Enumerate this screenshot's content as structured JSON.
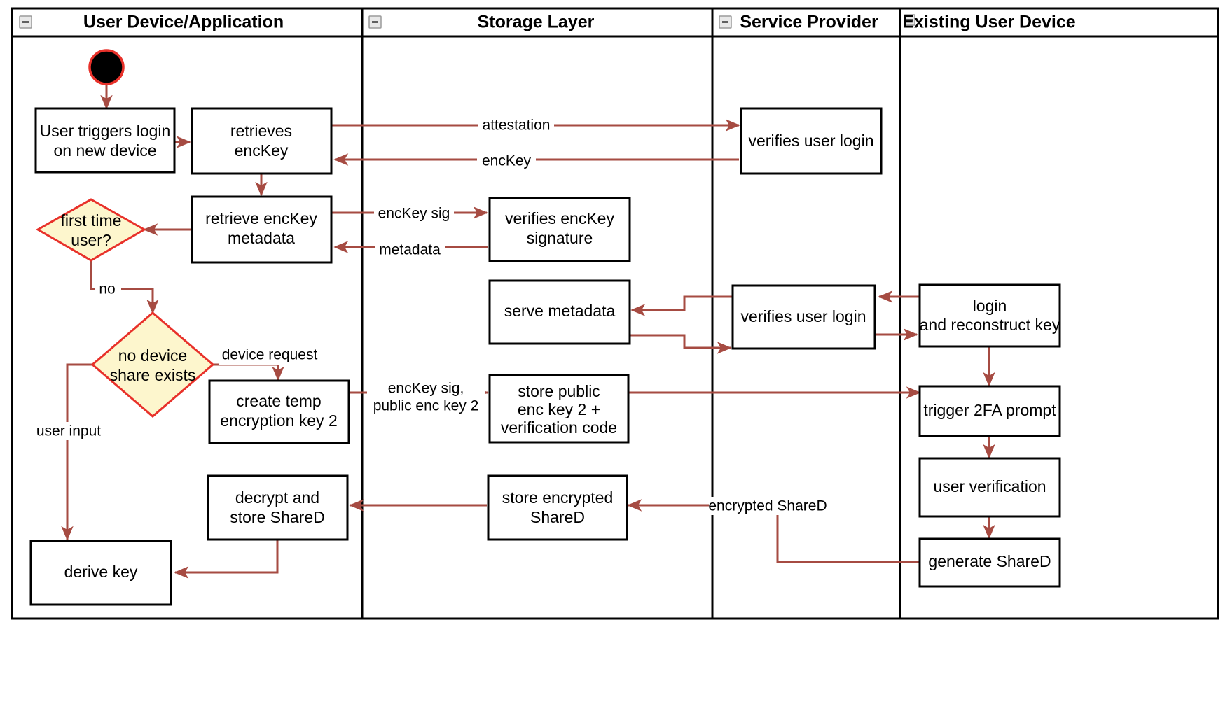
{
  "diagram": {
    "title": "User Device Login / Key Reconstruction Swimlane Activity Diagram",
    "accent_line_color": "#a64b42",
    "decision_fill_color": "#fdf6cd",
    "decision_stroke_color": "#e8312a",
    "node_stroke_color": "#000000",
    "lane_stroke_color": "#000000"
  },
  "lanes": [
    {
      "id": "lane-user-device",
      "label": "User Device/Application",
      "collapse_icon": "minus-icon"
    },
    {
      "id": "lane-storage",
      "label": "Storage Layer",
      "collapse_icon": "minus-icon"
    },
    {
      "id": "lane-service-provider",
      "label": "Service Provider",
      "collapse_icon": "minus-icon"
    },
    {
      "id": "lane-existing-device",
      "label": "Existing User Device",
      "collapse_icon": "minus-icon"
    }
  ],
  "nodes": [
    {
      "id": "start",
      "type": "start",
      "label": "",
      "lane": "lane-user-device"
    },
    {
      "id": "n-user-triggers",
      "type": "action",
      "lane": "lane-user-device",
      "lines": [
        "User triggers login",
        "on new device"
      ]
    },
    {
      "id": "n-retrieves-enckey",
      "type": "action",
      "lane": "lane-user-device",
      "lines": [
        "retrieves",
        "encKey"
      ]
    },
    {
      "id": "n-retrieve-metadata",
      "type": "action",
      "lane": "lane-user-device",
      "lines": [
        "retrieve encKey",
        "metadata"
      ]
    },
    {
      "id": "d-first-time-user",
      "type": "decision",
      "lane": "lane-user-device",
      "lines": [
        "first time",
        "user?"
      ]
    },
    {
      "id": "d-no-device-share",
      "type": "decision",
      "lane": "lane-user-device",
      "lines": [
        "no device",
        "share exists"
      ]
    },
    {
      "id": "n-create-temp-key",
      "type": "action",
      "lane": "lane-user-device",
      "lines": [
        "create temp",
        "encryption key 2"
      ]
    },
    {
      "id": "n-decrypt-store-shared",
      "type": "action",
      "lane": "lane-user-device",
      "lines": [
        "decrypt and",
        "store ShareD"
      ]
    },
    {
      "id": "n-derive-key",
      "type": "action",
      "lane": "lane-user-device",
      "lines": [
        "derive key"
      ]
    },
    {
      "id": "n-verifies-enckey-sig",
      "type": "action",
      "lane": "lane-storage",
      "lines": [
        "verifies encKey",
        "signature"
      ]
    },
    {
      "id": "n-serve-metadata",
      "type": "action",
      "lane": "lane-storage",
      "lines": [
        "serve metadata"
      ]
    },
    {
      "id": "n-store-public-key",
      "type": "action",
      "lane": "lane-storage",
      "lines": [
        "store public",
        "enc key 2 +",
        "verification code"
      ]
    },
    {
      "id": "n-store-encrypted-shared",
      "type": "action",
      "lane": "lane-storage",
      "lines": [
        "store encrypted",
        "ShareD"
      ]
    },
    {
      "id": "n-verifies-user-login-1",
      "type": "action",
      "lane": "lane-service-provider",
      "lines": [
        "verifies user login"
      ]
    },
    {
      "id": "n-verifies-user-login-2",
      "type": "action",
      "lane": "lane-service-provider",
      "lines": [
        "verifies user login"
      ]
    },
    {
      "id": "n-login-reconstruct",
      "type": "action",
      "lane": "lane-existing-device",
      "lines": [
        "login",
        "and reconstruct key"
      ]
    },
    {
      "id": "n-trigger-2fa",
      "type": "action",
      "lane": "lane-existing-device",
      "lines": [
        "trigger 2FA prompt"
      ]
    },
    {
      "id": "n-user-verification",
      "type": "action",
      "lane": "lane-existing-device",
      "lines": [
        "user verification"
      ]
    },
    {
      "id": "n-generate-shared",
      "type": "action",
      "lane": "lane-existing-device",
      "lines": [
        "generate ShareD"
      ]
    }
  ],
  "edge_labels": {
    "attestation": "attestation",
    "enckey": "encKey",
    "enckey_sig": "encKey sig",
    "metadata": "metadata",
    "no": "no",
    "device_request": "device request",
    "user_input": "user input",
    "enckey_sig_pubkey_line1": "encKey sig,",
    "enckey_sig_pubkey_line2": "public enc key 2",
    "encrypted_shared": "encrypted ShareD"
  }
}
